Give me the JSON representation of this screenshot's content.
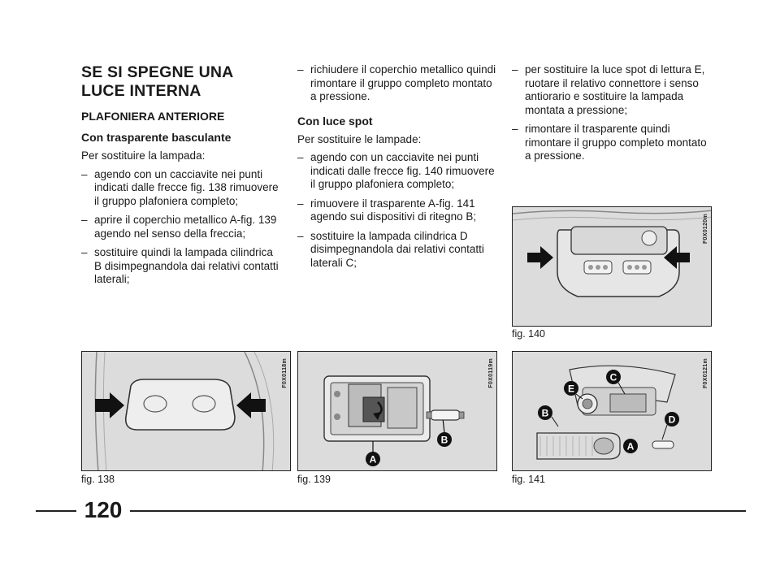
{
  "heading": {
    "title_line1": "SE SI SPEGNE UNA",
    "title_line2": "LUCE INTERNA",
    "section": "PLAFONIERA ANTERIORE",
    "subsection1": "Con trasparente basculante",
    "subsection2": "Con luce spot"
  },
  "col1": {
    "intro": "Per sostituire la lampada:",
    "items": [
      "agendo con un cacciavite nei punti indicati dalle frecce fig. 138 rimuovere il gruppo plafoniera completo;",
      "aprire il coperchio metallico A-fig. 139 agendo nel senso della freccia;",
      "sostituire quindi la lampada cilindrica B disimpegnandola dai relativi contatti laterali;"
    ]
  },
  "col2": {
    "items_top": [
      "richiudere il coperchio metallico quindi rimontare il gruppo completo montato a pressione."
    ],
    "intro": "Per sostituire le lampade:",
    "items": [
      "agendo con un cacciavite nei punti indicati dalle frecce fig. 140 rimuovere il gruppo plafoniera completo;",
      "rimuovere il trasparente A-fig. 141 agendo sui dispositivi di ritegno B;",
      "sostituire la lampada cilindrica D disimpegnandola dai relativi contatti laterali C;"
    ]
  },
  "col3": {
    "items": [
      "per sostituire la luce spot di lettura E, ruotare il relativo connettore i senso antiorario e sostituire la lampada montata a pressione;",
      "rimontare il trasparente quindi rimontare il gruppo completo montato a pressione."
    ]
  },
  "figures": {
    "fig138": {
      "caption": "fig. 138",
      "code": "F0X0118m"
    },
    "fig139": {
      "caption": "fig. 139",
      "code": "F0X0119m",
      "label_a": "A",
      "label_b": "B"
    },
    "fig140": {
      "caption": "fig. 140",
      "code": "F0X0120m"
    },
    "fig141": {
      "caption": "fig. 141",
      "code": "F0X0121m",
      "label_a": "A",
      "label_b": "B",
      "label_c": "C",
      "label_d": "D",
      "label_e": "E"
    }
  },
  "page_number": "120"
}
